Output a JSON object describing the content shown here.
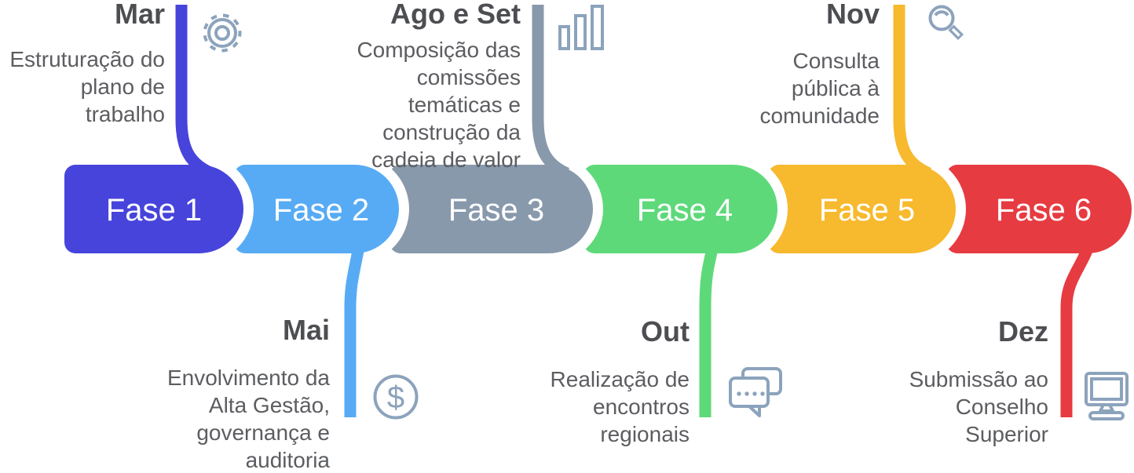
{
  "title_implicit": "Timeline de fases (Mar a Dez)",
  "phases": [
    {
      "label": "Fase 1",
      "color": "#4744DC",
      "connector": "top",
      "milestone": "Mar"
    },
    {
      "label": "Fase 2",
      "color": "#57ABF4",
      "connector": "bottom",
      "milestone": "Mai"
    },
    {
      "label": "Fase 3",
      "color": "#8899AC",
      "connector": "top",
      "milestone": "Ago e Set"
    },
    {
      "label": "Fase 4",
      "color": "#5ED97A",
      "connector": "bottom",
      "milestone": "Out"
    },
    {
      "label": "Fase 5",
      "color": "#F7B92E",
      "connector": "top",
      "milestone": "Nov"
    },
    {
      "label": "Fase 6",
      "color": "#E63B41",
      "connector": "bottom",
      "milestone": "Dez"
    }
  ],
  "milestones": [
    {
      "month": "Mar",
      "description": "Estruturação do\nplano de\ntrabalho",
      "icon": "gear-icon",
      "placement": "top"
    },
    {
      "month": "Mai",
      "description": "Envolvimento da\nAlta Gestão,\ngovernança e\nauditoria",
      "icon": "dollar-icon",
      "placement": "bottom"
    },
    {
      "month": "Ago e Set",
      "description": "Composição das\ncomissões\ntemáticas e\nconstrução da\ncadeia de valor",
      "icon": "bar-chart-icon",
      "placement": "top"
    },
    {
      "month": "Out",
      "description": "Realização de\nencontros\nregionais",
      "icon": "speech-bubbles-icon",
      "placement": "bottom"
    },
    {
      "month": "Nov",
      "description": "Consulta\npública à\ncomunidade",
      "icon": "magnifier-icon",
      "placement": "top"
    },
    {
      "month": "Dez",
      "description": "Submissão ao\nConselho\nSuperior",
      "icon": "monitor-icon",
      "placement": "bottom"
    }
  ],
  "icons": {
    "dollar_symbol": "$"
  },
  "colors": {
    "month_title": "#4D4E52",
    "description": "#5C5D61",
    "icon_stroke": "#8CA3BC",
    "phase_label_text": "#FFFFFF",
    "background": "#FFFFFF"
  }
}
